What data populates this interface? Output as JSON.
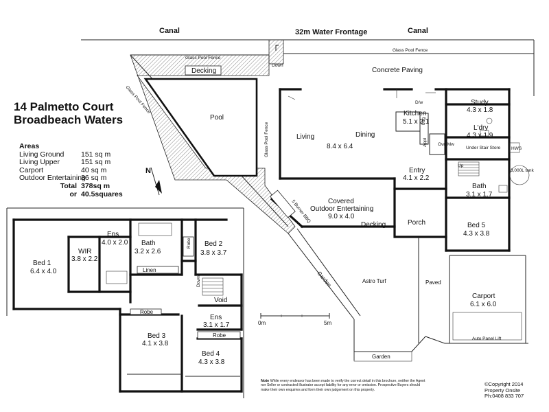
{
  "property": {
    "street": "14 Palmetto Court",
    "suburb": "Broadbeach Waters"
  },
  "areas": {
    "heading": "Areas",
    "rows": [
      {
        "label": "Living Ground",
        "value": "151 sq m"
      },
      {
        "label": "Living Upper",
        "value": "151 sq m"
      },
      {
        "label": "Carport",
        "value": "40 sq m"
      },
      {
        "label": "Outdoor Entertaining",
        "value": "36 sq m"
      }
    ],
    "total_label": "Total",
    "total_value": "378sq m",
    "or_label": "or",
    "squares_value": "40.5squares"
  },
  "site": {
    "canal_left": "Canal",
    "canal_right": "Canal",
    "frontage": "32m Water Frontage",
    "fence_top": "Glass Pool Fence",
    "fence_right": "Glass Pool Fence",
    "fence_left": "Glass Pool Fence",
    "fence_mid": "Glass Pool Fence",
    "concrete": "Concrete Paving",
    "decking_top": "Decking",
    "pool": "Pool",
    "down": "Down",
    "north": "N",
    "garden_diag": "Garden",
    "garden_bottom": "Garden",
    "astro": "Astro Turf",
    "paved": "Paved",
    "scale_start": "0m",
    "scale_end": "5m"
  },
  "ground": {
    "living": "Living",
    "dining": "Dining",
    "living_dining_size": "8.4 x 6.4",
    "kitchen": "Kitchen",
    "kitchen_size": "5.1 x 3.1",
    "dw": "D/w",
    "fdg": "Fdg",
    "appl": "Appl",
    "ovn": "Ovn Mw",
    "study": "Study",
    "study_size": "4.3 x 1.8",
    "laundry": "L'dry",
    "laundry_size": "4.3 x 1.9",
    "hws": "HWS",
    "under_stair": "Under Stair Store",
    "up": "Up",
    "tank": "3,000L tank",
    "entry": "Entry",
    "entry_size": "4.1 x 2.2",
    "bath": "Bath",
    "bath_size": "3.1 x 1.7",
    "covered": "Covered",
    "outdoor": "Outdoor Entertaining",
    "outdoor_size": "9.0 x 4.0",
    "bbq": "5 Burner BBQ",
    "decking_low": "Decking",
    "porch": "Porch",
    "bed5": "Bed 5",
    "bed5_size": "4.3 x 3.8",
    "carport": "Carport",
    "carport_size": "6.1 x 6.0",
    "auto_lift": "Auto Panel Lift"
  },
  "upper": {
    "bed1": "Bed 1",
    "bed1_size": "6.4 x 4.0",
    "wir": "WIR",
    "wir_size": "3.8 x 2.2",
    "ens": "Ens",
    "ens_size": "4.0 x 2.0",
    "bath": "Bath",
    "bath_size": "3.2 x 2.6",
    "robe_a": "Robe",
    "bed2": "Bed 2",
    "bed2_size": "3.8 x 3.7",
    "linen": "Linen",
    "down": "Down",
    "void": "Void",
    "ens2": "Ens",
    "ens2_size": "3.1 x 1.7",
    "robe_b": "Robe",
    "robe_c": "Robe",
    "bed3": "Bed 3",
    "bed3_size": "4.1 x 3.8",
    "bed4": "Bed 4",
    "bed4_size": "4.3 x 3.8"
  },
  "note": {
    "heading": "Note",
    "text": "While every endeavor has been made to verify the correct detail in this brochure, neither the Agent nor Seller or contracted illustrator accept liability for any error or omission. Prospective Buyers should make their own enquiries and form their own judgement on this property."
  },
  "copyright": {
    "line1": "©Copyright 2014",
    "line2": "Property Onsite",
    "line3": "Ph:0408 833 707"
  }
}
